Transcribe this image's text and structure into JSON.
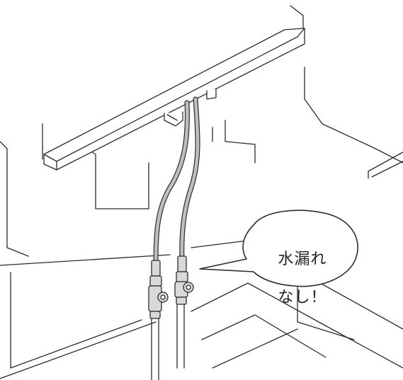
{
  "callout": {
    "line1": "水漏れ",
    "line2": "なし！"
  },
  "colors": {
    "outline": "#2b2b2b",
    "hose_fill": "#bfbfbf",
    "valve_fill": "#d9d9d9",
    "background": "#ffffff"
  },
  "icons": {
    "illustration": "under-sink-cabinet-with-water-supply-hoses-and-valves"
  }
}
